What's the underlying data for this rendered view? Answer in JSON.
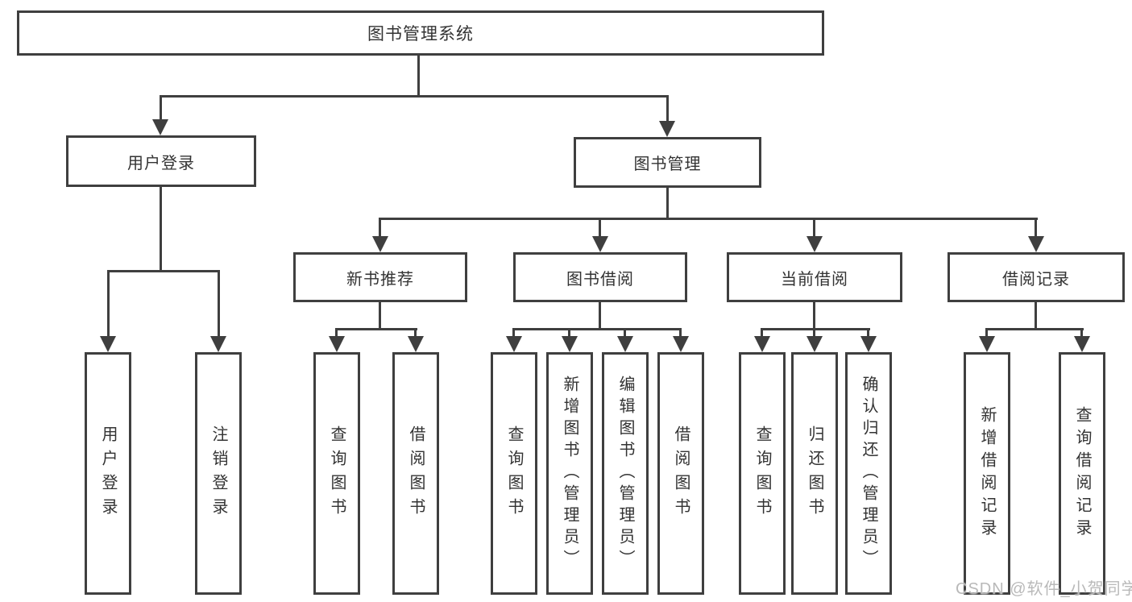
{
  "diagram": {
    "title": "图书管理系统",
    "level2": {
      "user_login": "用户登录",
      "book_mgmt": "图书管理"
    },
    "level3": [
      "新书推荐",
      "图书借阅",
      "当前借阅",
      "借阅记录"
    ],
    "user_login_children": [
      "用户登录",
      "注销登录"
    ],
    "newbook_children": [
      "查询图书",
      "借阅图书"
    ],
    "borrow_children": [
      "查询图书",
      "新增图书（管理员）",
      "编辑图书（管理员）",
      "借阅图书"
    ],
    "current_children": [
      "查询图书",
      "归还图书",
      "确认归还（管理员）"
    ],
    "record_children": [
      "新增借阅记录",
      "查询借阅记录"
    ]
  },
  "watermark": "CSDN @软件_小贺同学",
  "colors": {
    "line": "#3f3f3f",
    "text": "#333333",
    "watermark": "#b9b9b9",
    "background": "#ffffff"
  }
}
